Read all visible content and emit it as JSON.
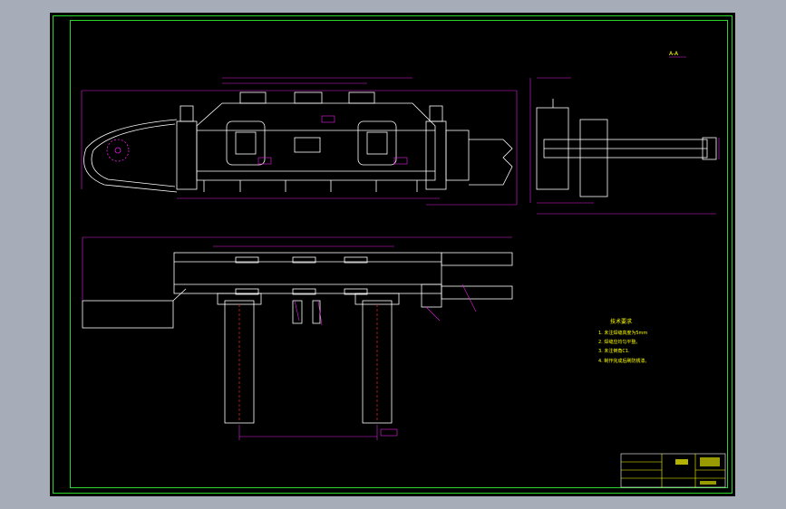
{
  "colors": {
    "background": "#a6adb8",
    "sheet": "#000000",
    "border": "#2bd62b",
    "geometry": "#ffffff",
    "dimension": "#e020e0",
    "notes": "#ffff00",
    "hidden": "#d02020",
    "accent": "#00c8c8"
  },
  "view_label": "A-A",
  "tech_notes": {
    "heading": "技术要求",
    "items": [
      "1. 未注焊缝高度为5mm",
      "2. 焊缝应均匀平整。",
      "3. 未注倒角C1.",
      "4. 制作完成后刷防锈漆。"
    ]
  }
}
